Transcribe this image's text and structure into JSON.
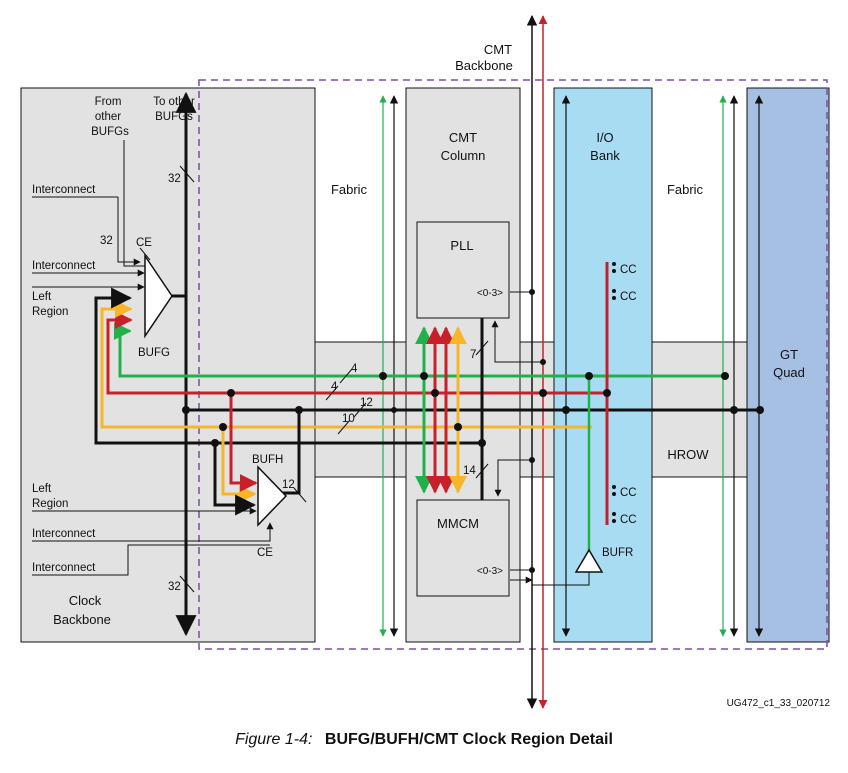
{
  "colors": {
    "green": "#22b04a",
    "red": "#c8202a",
    "yellow": "#f7b52a",
    "black": "#111111",
    "regionBorder": "#7b4fa0",
    "greyBlock": "#e2e2e2",
    "ioBank": "#a8dcf3",
    "gtQuad": "#a6c0e4"
  },
  "labels": {
    "cmt_backbone_1": "CMT",
    "cmt_backbone_2": "Backbone",
    "from_other_1": "From",
    "from_other_2": "other",
    "from_other_3": "BUFGs",
    "to_other_1": "To other",
    "to_other_2": "BUFGs",
    "interconnect": "Interconnect",
    "left_region_1": "Left",
    "left_region_2": "Region",
    "ce": "CE",
    "bufg": "BUFG",
    "bufh": "BUFH",
    "bufr": "BUFR",
    "fabric": "Fabric",
    "cmt_column_1": "CMT",
    "cmt_column_2": "Column",
    "pll": "PLL",
    "mmcm": "MMCM",
    "range": "<0-3>",
    "io_bank_1": "I/O",
    "io_bank_2": "Bank",
    "cc": "CC",
    "gt_quad_1": "GT",
    "gt_quad_2": "Quad",
    "hrow": "HROW",
    "clock_backbone_1": "Clock",
    "clock_backbone_2": "Backbone",
    "doc_id": "UG472_c1_33_020712"
  },
  "bus_widths": {
    "w32_top": "32",
    "w32_ce": "32",
    "w32_bottom": "32",
    "w4_a": "4",
    "w4_b": "4",
    "w12_row": "12",
    "w10": "10",
    "w7": "7",
    "w14": "14",
    "w12_bufh": "12"
  },
  "caption": {
    "number": "Figure 1-4:",
    "title": "BUFG/BUFH/CMT Clock Region Detail"
  }
}
